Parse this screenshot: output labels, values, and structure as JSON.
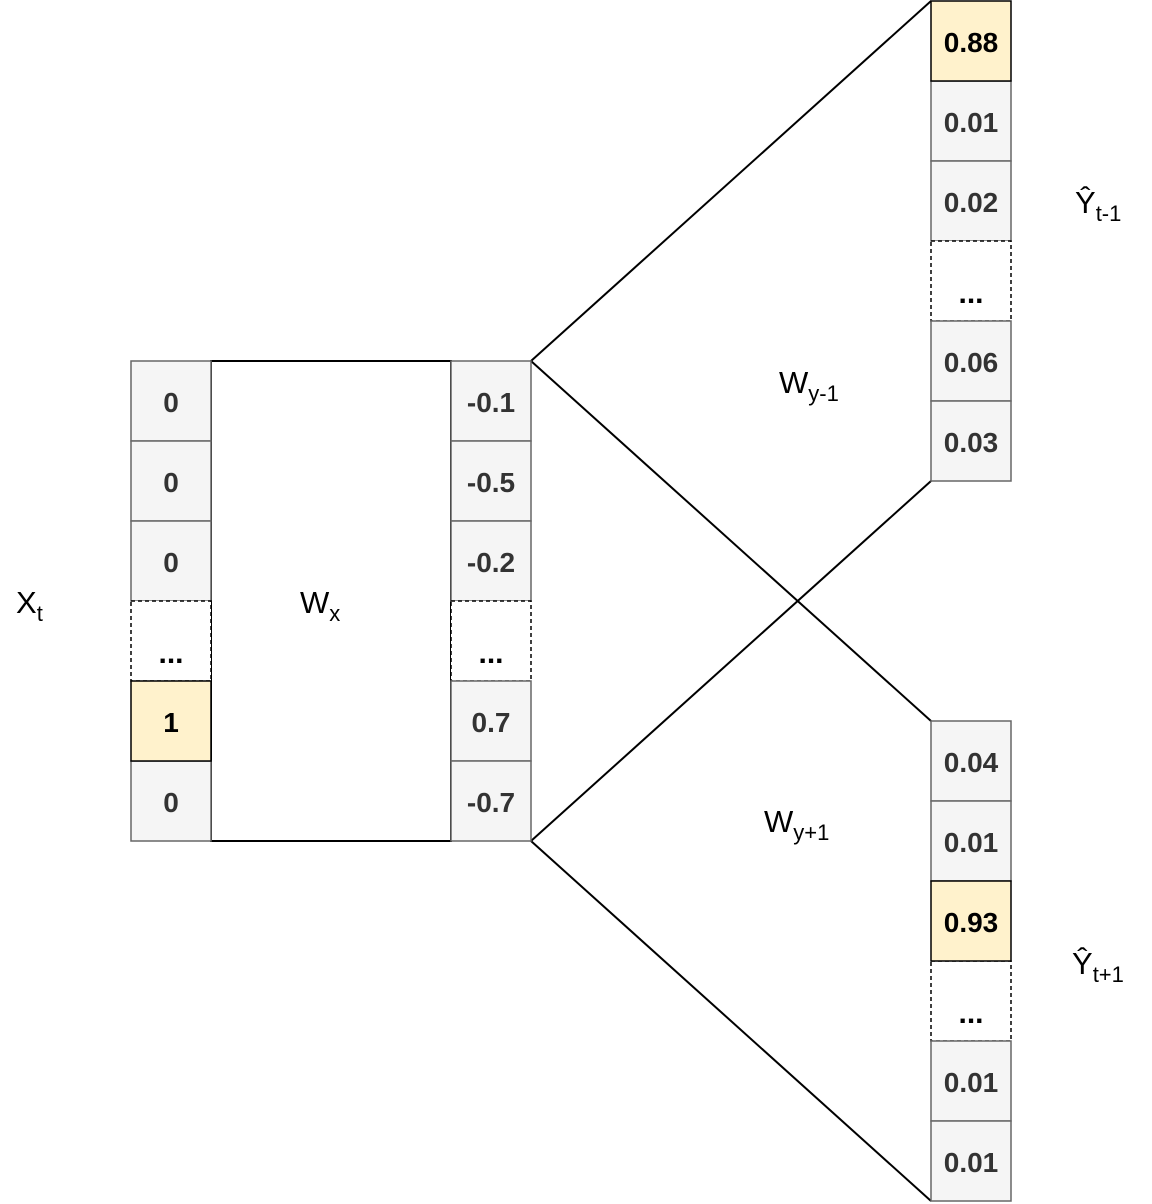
{
  "colors": {
    "cell_fill": "#f5f5f5",
    "cell_stroke": "#666666",
    "highlight_fill": "#fff2cc",
    "highlight_stroke": "#000000",
    "line": "#000000"
  },
  "input_vector": {
    "label": "X",
    "label_sub": "t",
    "cells": [
      {
        "text": "0",
        "style": "normal"
      },
      {
        "text": "0",
        "style": "normal"
      },
      {
        "text": "0",
        "style": "normal"
      },
      {
        "text": "...",
        "style": "dots"
      },
      {
        "text": "1",
        "style": "highlight"
      },
      {
        "text": "0",
        "style": "normal"
      }
    ]
  },
  "input_weights": {
    "label": "W",
    "label_sub": "x"
  },
  "hidden_vector": {
    "cells": [
      {
        "text": "-0.1",
        "style": "normal"
      },
      {
        "text": "-0.5",
        "style": "normal"
      },
      {
        "text": "-0.2",
        "style": "normal"
      },
      {
        "text": "...",
        "style": "dots"
      },
      {
        "text": "0.7",
        "style": "normal"
      },
      {
        "text": "-0.7",
        "style": "normal"
      }
    ]
  },
  "output_prev": {
    "label": "Ŷ",
    "label_sub": "t-1",
    "weights_label": "W",
    "weights_label_sub": "y-1",
    "cells": [
      {
        "text": "0.88",
        "style": "highlight"
      },
      {
        "text": "0.01",
        "style": "normal"
      },
      {
        "text": "0.02",
        "style": "normal"
      },
      {
        "text": "...",
        "style": "dots"
      },
      {
        "text": "0.06",
        "style": "normal"
      },
      {
        "text": "0.03",
        "style": "normal"
      }
    ]
  },
  "output_next": {
    "label": "Ŷ",
    "label_sub": "t+1",
    "weights_label": "W",
    "weights_label_sub": "y+1",
    "cells": [
      {
        "text": "0.04",
        "style": "normal"
      },
      {
        "text": "0.01",
        "style": "normal"
      },
      {
        "text": "0.93",
        "style": "highlight"
      },
      {
        "text": "...",
        "style": "dots"
      },
      {
        "text": "0.01",
        "style": "normal"
      },
      {
        "text": "0.01",
        "style": "normal"
      }
    ]
  }
}
